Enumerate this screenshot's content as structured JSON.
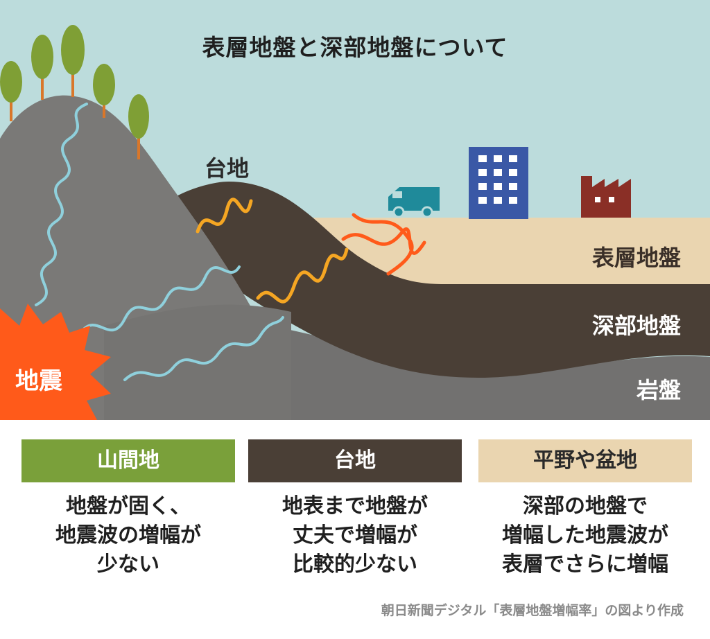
{
  "title": "表層地盤と深部地盤について",
  "labels": {
    "plateau": "台地",
    "earthquake": "地震",
    "surface_ground": "表層地盤",
    "deep_ground": "深部地盤",
    "bedrock": "岩盤"
  },
  "colors": {
    "sky": "#bcdcdc",
    "bedrock": "#727170",
    "mountain": "#7a7977",
    "deep": "#4a3f36",
    "surface": "#ead5b0",
    "earthquake": "#ff5a1a",
    "wave_blue": "#8fd0dc",
    "wave_yellow": "#f5a623",
    "wave_orange": "#ff5a1a",
    "tree_leaf": "#7f9f35",
    "tree_trunk": "#d9772a",
    "truck": "#1f8a9a",
    "building": "#3a58a6",
    "factory": "#8a2f26",
    "mountain_card": "#7aa03a",
    "plateau_card": "#4a3f36",
    "plain_card": "#ead5b0"
  },
  "cards": [
    {
      "heading": "山間地",
      "lines": [
        "地盤が固く、",
        "地震波の増幅が",
        "少ない"
      ]
    },
    {
      "heading": "台地",
      "lines": [
        "地表まで地盤が",
        "丈夫で増幅が",
        "比較的少ない"
      ]
    },
    {
      "heading": "平野や盆地",
      "lines": [
        "深部の地盤で",
        "増幅した地震波が",
        "表層でさらに増幅"
      ]
    }
  ],
  "source": "朝日新聞デジタル「表層地盤増幅率」の図より作成"
}
